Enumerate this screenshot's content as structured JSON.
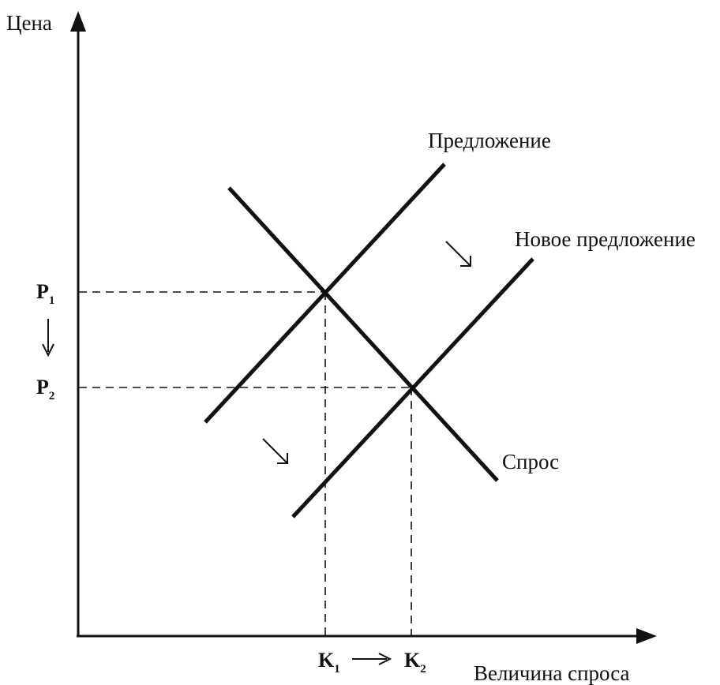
{
  "axes": {
    "y_title": "Цена",
    "x_title": "Величина спроса"
  },
  "curves": {
    "supply": "Предложение",
    "new_supply": "Новое предложение",
    "demand": "Спрос"
  },
  "ticks": {
    "p1": {
      "main": "P",
      "sub": "1"
    },
    "p2": {
      "main": "P",
      "sub": "2"
    },
    "k1": {
      "main": "K",
      "sub": "1"
    },
    "k2": {
      "main": "K",
      "sub": "2"
    }
  },
  "colors": {
    "ink": "#111111",
    "background": "#ffffff"
  },
  "icons": {
    "price_shift": "arrow-down-icon",
    "quantity_shift": "arrow-right-icon",
    "supply_shift": "arrow-down-right-icon"
  }
}
